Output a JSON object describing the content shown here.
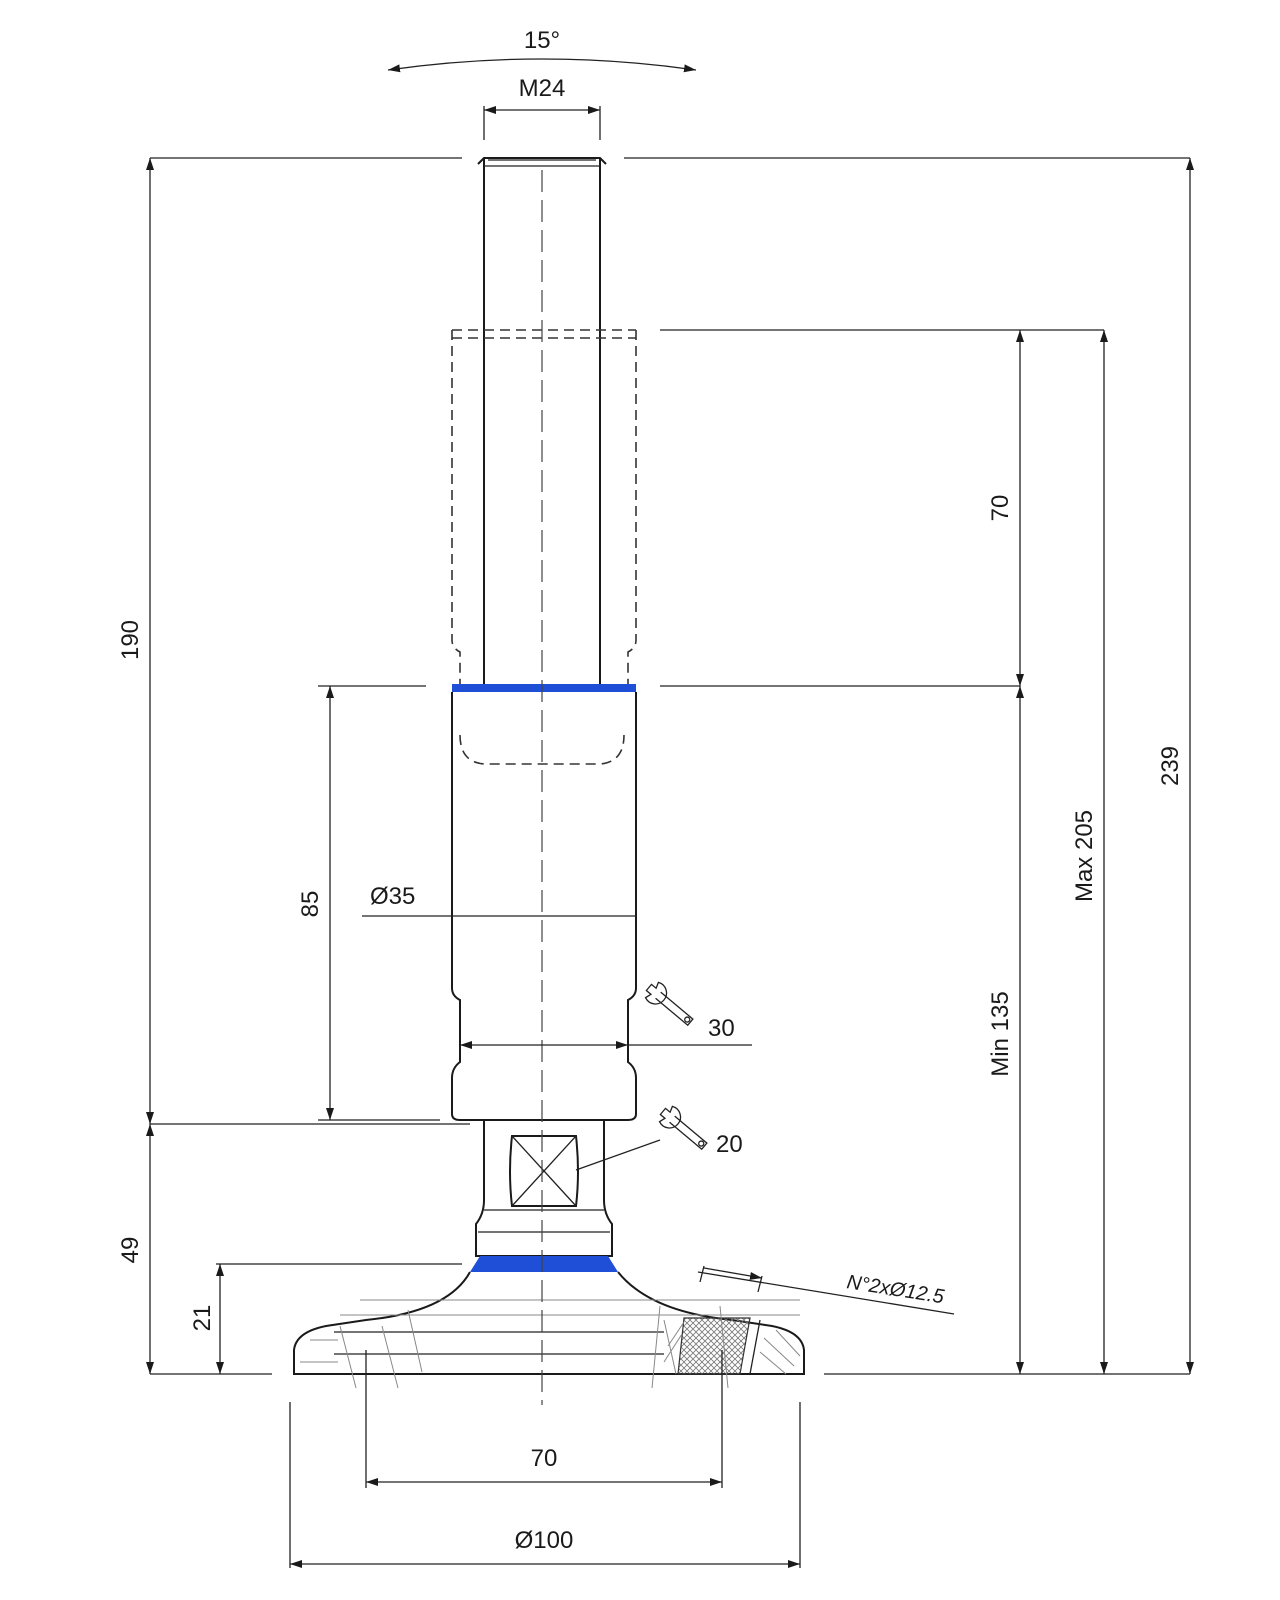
{
  "diagram": {
    "angle_label": "15°",
    "thread_label": "M24",
    "dim_total_height": "239",
    "dim_max_height": "Max 205",
    "dim_min_height": "Min 135",
    "dim_stroke": "70",
    "dim_thread_length": "190",
    "dim_body_length": "85",
    "dim_body_diameter": "Ø35",
    "dim_wrench_body": "30",
    "dim_wrench_nut": "20",
    "dim_lower_height": "49",
    "dim_base_height": "21",
    "dim_hole_spacing": "70",
    "dim_base_diameter": "Ø100",
    "holes_note": "N°2xØ12.5",
    "accent_color": "#1f4fd6"
  }
}
